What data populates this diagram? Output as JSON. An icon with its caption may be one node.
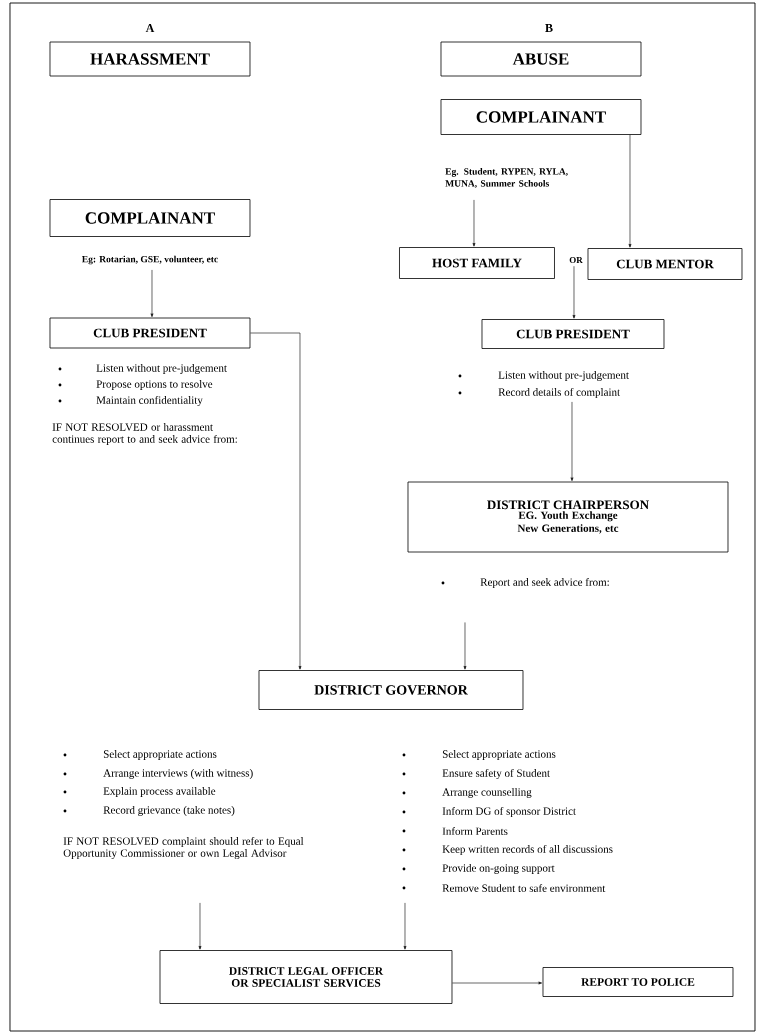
{
  "diagram": {
    "nodes": [
      {
        "text": [
          "HARASSMENT"
        ]
      },
      {
        "text": [
          "ABUSE"
        ]
      },
      {
        "text": [
          "COMPLAINANT"
        ],
        "beside": [
          "Eg. Student, RYPEN, RYLA, MUNA, Summer Schools"
        ]
      },
      {
        "text": [
          "COMPLAINANT"
        ],
        "beside": [
          "Eg: Rotarian, GSE, volunteer, etc"
        ]
      },
      {
        "text": [
          "HOST FAMILY"
        ]
      },
      {
        "text": [
          "OR"
        ]
      },
      {
        "text": [
          "CLUB MENTOR"
        ]
      },
      {
        "text": [
          "CLUB PRESIDENT"
        ],
        "beside": [
          "Listen without pre-judgement",
          "Propose options to resolve",
          "Maintain confidentiality",
          "IF NOT RESOLVED or harassment continues report to and seek advice from:"
        ]
      },
      {
        "text": [
          "CLUB PRESIDENT"
        ],
        "beside": [
          "Listen without pre-judgement",
          "Record details of complaint"
        ]
      },
      {
        "text": [
          "DISTRICT CHAIRPERSON",
          "EG. Youth Exchange New Generations, etc"
        ],
        "beside": [
          "Report and seek advice from:"
        ]
      },
      {
        "text": [
          "DISTRICT GOVERNOR"
        ],
        "beside": [
          "Select appropriate actions",
          "Arrange interviews (with witness)",
          "Explain process available",
          "Record grievance (take notes)",
          "IF NOT RESOLVED complaint should refer to Equal Opportunity Commissioner or own Legal Advisor",
          "Select appropriate actions",
          "Ensure safety of Student",
          "Arrange counselling",
          "Inform DG of sponsor District",
          "Inform Parents",
          "Keep written records of all discussions",
          "Provide on-going support",
          "Remove Student to safe environment"
        ]
      },
      {
        "text": [
          "DISTRICT LEGAL OFFICER OR SPECIALIST SERVICES"
        ]
      },
      {
        "text": [
          "REPORT TO POLICE"
        ]
      }
    ],
    "edges": [
      {
        "from": 3,
        "to": 7,
        "arrow": "to"
      },
      {
        "from": 2,
        "to": 4,
        "arrow": "to"
      },
      {
        "from": 2,
        "to": 6,
        "arrow": "to"
      },
      {
        "from": 5,
        "to": 8,
        "arrow": "to"
      },
      {
        "from": 8,
        "to": 9,
        "arrow": "to"
      },
      {
        "from": 7,
        "to": 10,
        "arrow": "to"
      },
      {
        "from": 9,
        "to": 10,
        "arrow": "to"
      },
      {
        "from": 10,
        "to": 11,
        "arrow": "to"
      },
      {
        "from": 10,
        "to": 11,
        "arrow": "to"
      },
      {
        "from": 11,
        "to": 12,
        "arrow": "to"
      }
    ],
    "labels": [
      "A",
      "B"
    ]
  }
}
